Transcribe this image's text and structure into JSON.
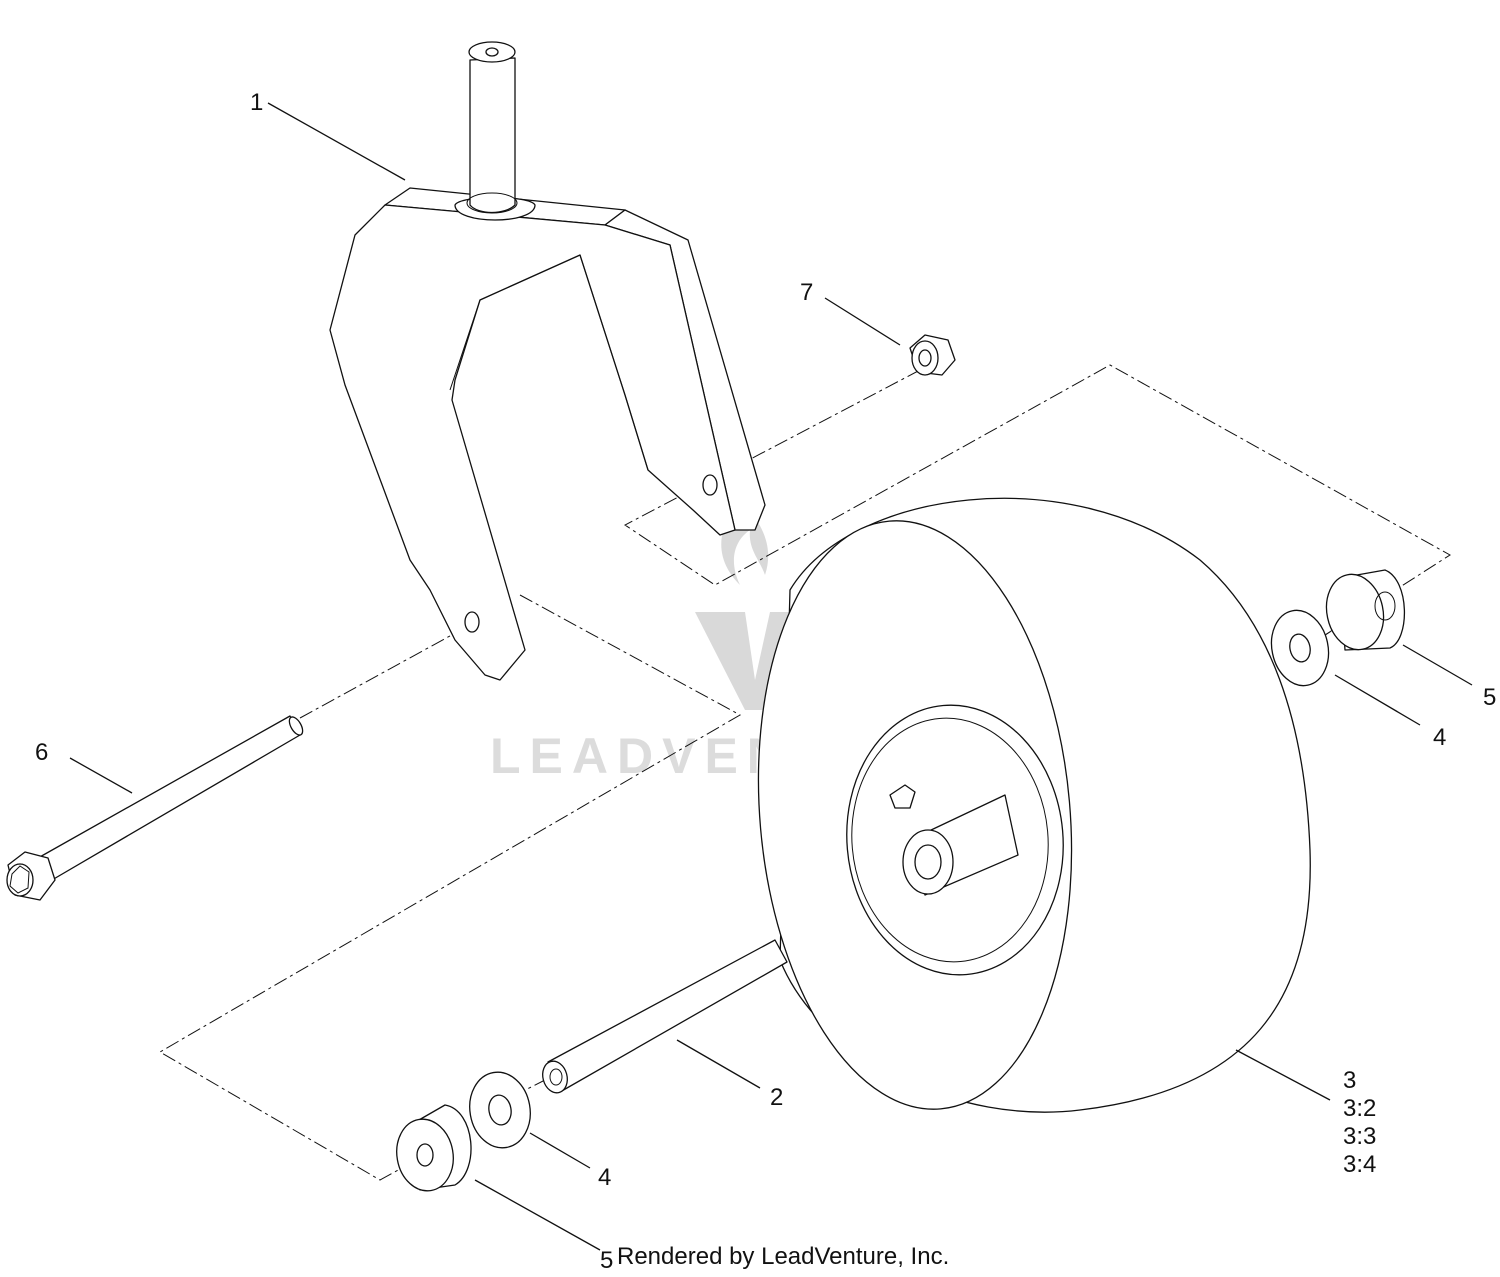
{
  "watermark": {
    "text": "LEADVENTURE"
  },
  "callouts": {
    "c1": "1",
    "c2": "2",
    "c3": "3",
    "c3_2": "3:2",
    "c3_3": "3:3",
    "c3_4": "3:4",
    "c4_right": "4",
    "c4_left": "4",
    "c5_right": "5",
    "c5_left": "5",
    "c6": "6",
    "c7": "7"
  },
  "footer": {
    "credit": "Rendered by LeadVenture, Inc."
  },
  "colors": {
    "line": "#111111",
    "watermark": "#d9d9d9",
    "background": "#ffffff"
  }
}
